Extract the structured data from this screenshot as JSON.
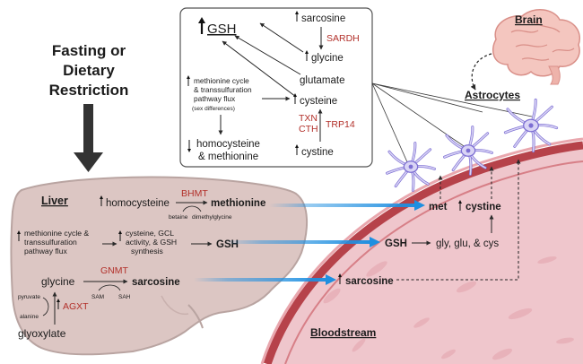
{
  "colors": {
    "liver_fill": "#dcc6c3",
    "liver_stroke": "#b9a4a1",
    "vessel_fill": "#efc6cc",
    "vessel_wall": "#b6424a",
    "cell_fill": "#d9d4f5",
    "cell_stroke": "#7d6fd3",
    "brain_fill": "#f4c6bf",
    "enzyme_red": "#b2302a",
    "arrow_blue": "#1f8fe0",
    "text_dark": "#1b1b1b"
  },
  "left": {
    "line1": "Fasting or",
    "line2": "Dietary",
    "line3": "Restriction"
  },
  "liver": {
    "title": "Liver",
    "homocysteine": "homocysteine",
    "bhmt": "BHMT",
    "methionine": "methionine",
    "betaine": "betaine",
    "dimethylglycine": "dimethylglycine",
    "cycle_l1": "methionine cycle &",
    "cycle_l2": "transsulfuration",
    "cycle_l3": "pathway flux",
    "gcl_l1": "cysteine, GCL",
    "gcl_l2": "activity, & GSH",
    "gcl_l3": "synthesis",
    "gsh": "GSH",
    "glycine": "glycine",
    "gnmt": "GNMT",
    "sarcosine": "sarcosine",
    "sam": "SAM",
    "sah": "SAH",
    "pyruvate": "pyruvate",
    "alanine": "alanine",
    "agxt": "AGXT",
    "glyoxylate": "glyoxylate"
  },
  "brainbox": {
    "gsh": "GSH",
    "sarcosine": "sarcosine",
    "sardh": "SARDH",
    "glycine": "glycine",
    "glutamate": "glutamate",
    "cysteine": "cysteine",
    "txn": "TXN",
    "cth": "CTH",
    "trp14": "TRP14",
    "cystine": "cystine",
    "flux_l1": "methionine cycle",
    "flux_l2": "& transsulfuration",
    "flux_l3": "pathway flux",
    "flux_l4": "(sex differences)",
    "homocysteine": "homocysteine",
    "methionine": "& methionine"
  },
  "brain_label": "Brain",
  "astrocytes_label": "Astrocytes",
  "blood": {
    "met": "met",
    "cystine": "cystine",
    "gsh": "GSH",
    "products": "gly, glu, & cys",
    "sarcosine": "sarcosine",
    "label": "Bloodstream"
  }
}
